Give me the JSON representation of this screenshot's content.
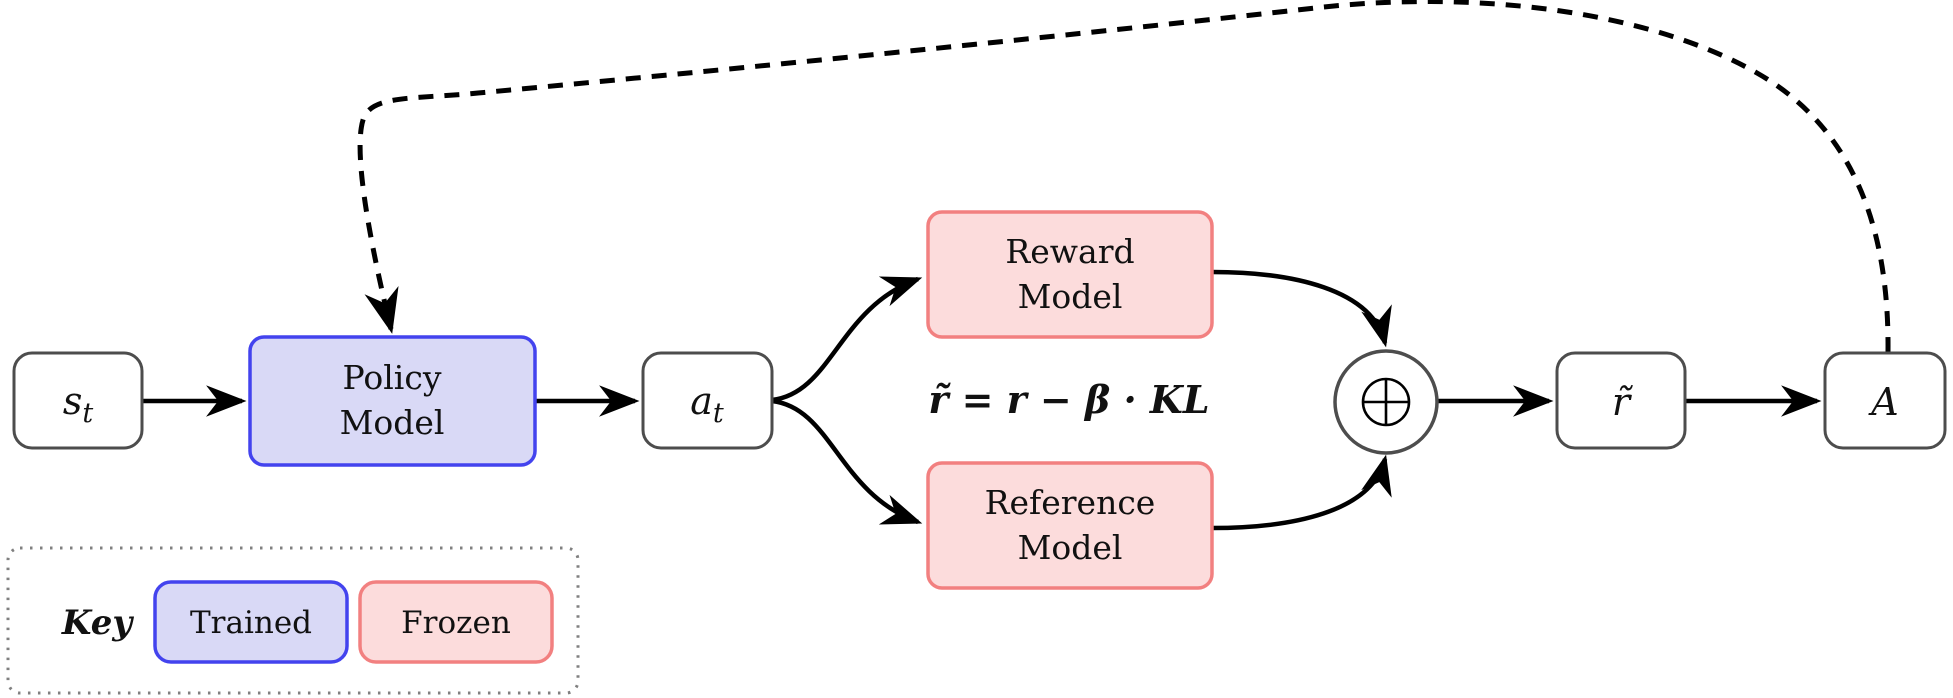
{
  "diagram": {
    "nodes": {
      "state": {
        "main": "s",
        "sub": "t"
      },
      "policy": {
        "line1": "Policy",
        "line2": "Model"
      },
      "action": {
        "main": "a",
        "sub": "t"
      },
      "reward": {
        "line1": "Reward",
        "line2": "Model"
      },
      "reference": {
        "line1": "Reference",
        "line2": "Model"
      },
      "combiner": {
        "symbol": "⊕"
      },
      "shaped_reward": {
        "label": "r̃"
      },
      "advantage": {
        "label": "A"
      }
    },
    "formula": "r̃ = r − β · KL",
    "key": {
      "title": "Key",
      "trained_label": "Trained",
      "frozen_label": "Frozen"
    },
    "colors": {
      "trained_fill": "#d9d9f6",
      "trained_border": "#4343ee",
      "frozen_fill": "#fcdcdc",
      "frozen_border": "#f28080",
      "neutral_fill": "#ffffff",
      "neutral_border": "#4d4d4d",
      "arrow": "#000000",
      "formula_text": "#4a4a4a",
      "key_border": "#808080",
      "text": "#111111"
    }
  }
}
